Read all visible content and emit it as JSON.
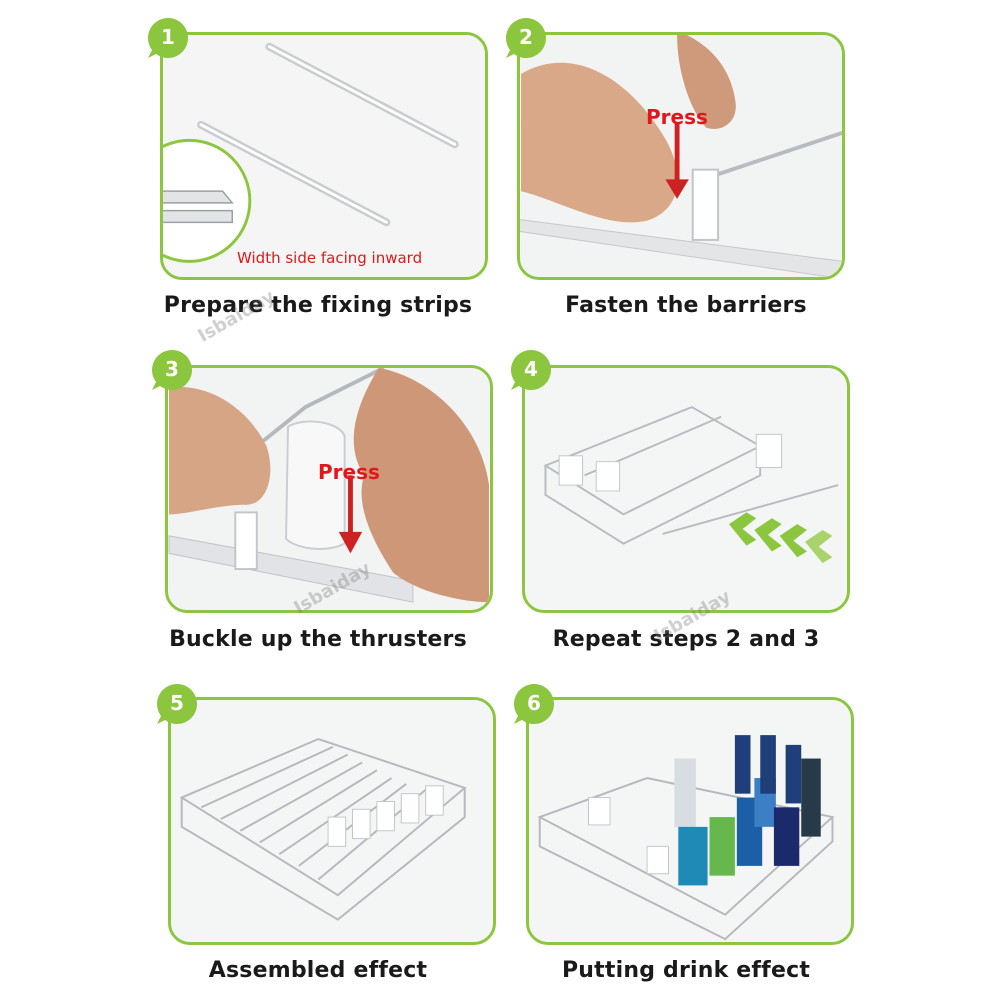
{
  "steps": [
    {
      "number": "1",
      "caption": "Prepare the fixing strips",
      "note": "Width side facing inward"
    },
    {
      "number": "2",
      "caption": "Fasten the barriers",
      "press": "Press"
    },
    {
      "number": "3",
      "caption": "Buckle up the thrusters",
      "press": "Press"
    },
    {
      "number": "4",
      "caption": "Repeat steps 2 and 3"
    },
    {
      "number": "5",
      "caption": "Assembled effect"
    },
    {
      "number": "6",
      "caption": "Putting drink effect"
    }
  ],
  "watermark": "Isbaiday",
  "colors": {
    "accent": "#8cc63f",
    "press": "#e0181b"
  }
}
